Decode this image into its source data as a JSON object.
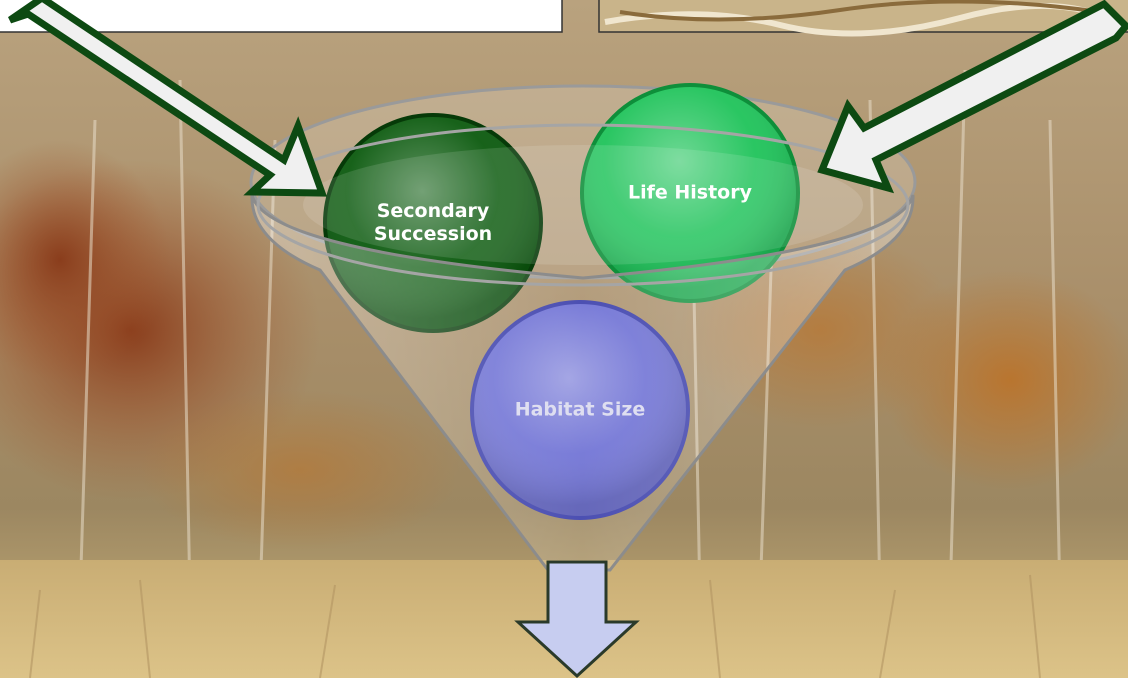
{
  "circles": [
    {
      "id": "secondary-succession",
      "lines": [
        "Secondary",
        "Succession"
      ],
      "fill": "#0b5a0e",
      "edge": "#063a08",
      "text_color": "#ffffff"
    },
    {
      "id": "life-history",
      "lines": [
        "Life History"
      ],
      "fill": "#1fc35a",
      "edge": "#0e8f3a",
      "text_color": "#ffffff"
    },
    {
      "id": "habitat-size",
      "lines": [
        "Habitat Size"
      ],
      "fill": "#5f62d0",
      "edge": "#3438a8",
      "text_color": "#d9d9ee"
    }
  ],
  "colors": {
    "arrow_fill": "#f0f0f0",
    "arrow_stroke": "#0d4a12",
    "down_arrow_fill": "#c7cdf0",
    "down_arrow_stroke": "#2a3a2a"
  }
}
